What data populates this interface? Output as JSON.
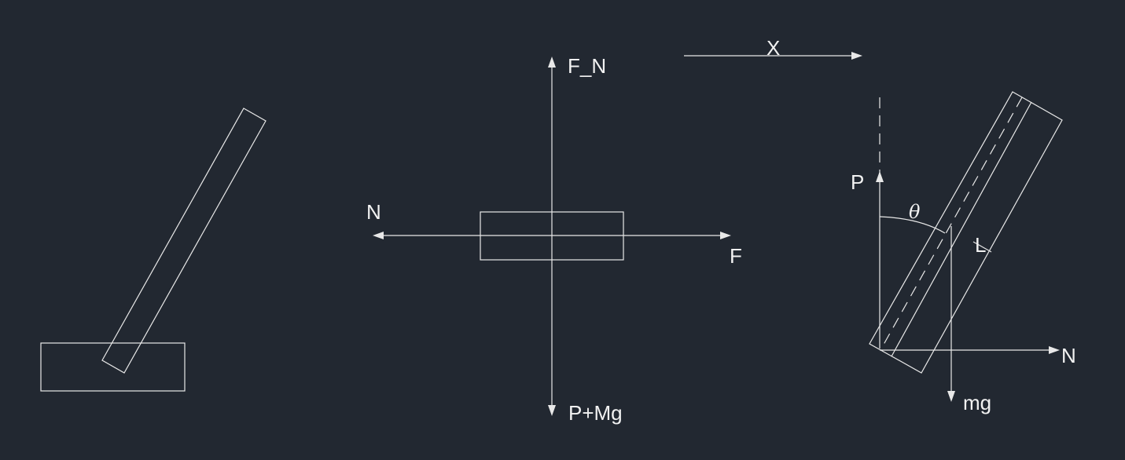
{
  "labels": {
    "fn": "F_N",
    "pmg": "P+Mg",
    "n_left": "N",
    "f": "F",
    "x": "X",
    "p": "P",
    "theta": "θ",
    "l": "L",
    "n_right": "N",
    "mg": "mg"
  },
  "colors": {
    "background": "#222831",
    "stroke": "#e8e8e8"
  }
}
